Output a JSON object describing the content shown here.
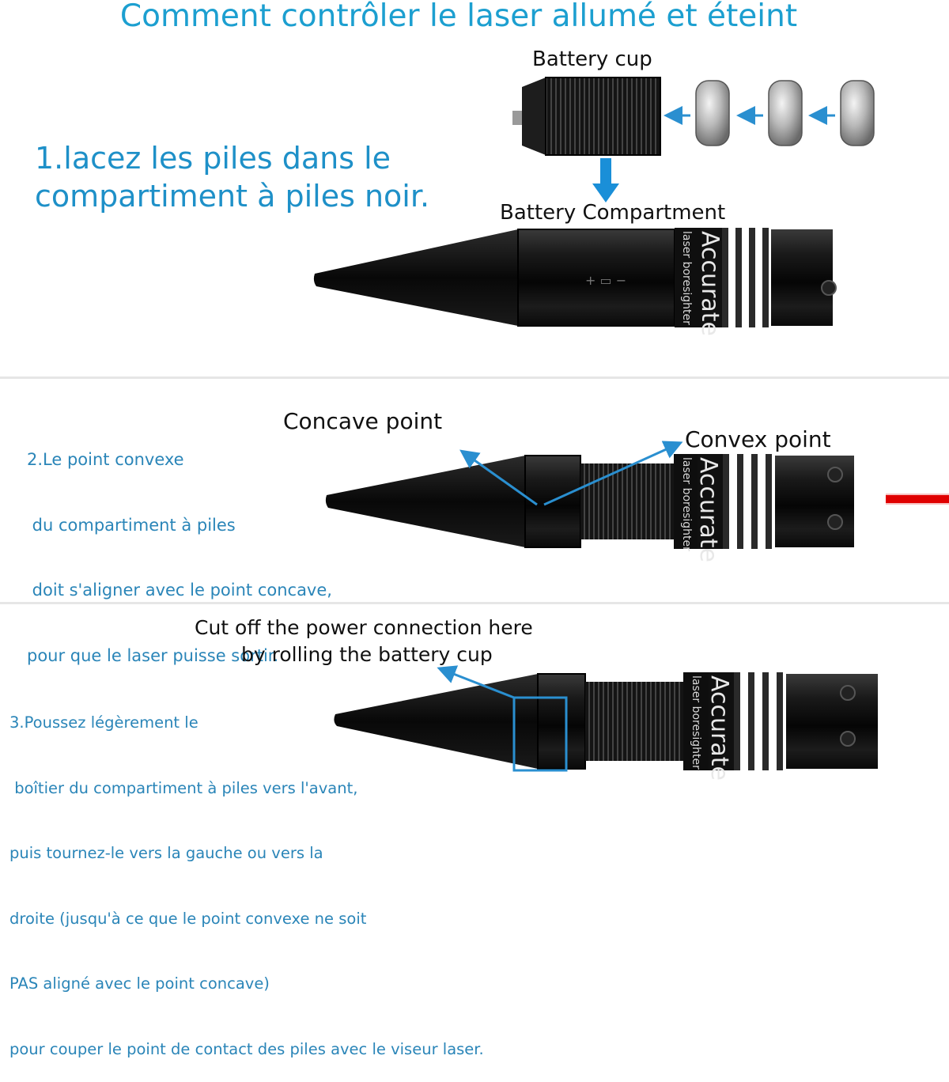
{
  "title": "Comment contrôler le laser allumé et éteint",
  "section1": {
    "step_lines": [
      "1.lacez les piles dans le",
      "compartiment à piles noir."
    ],
    "battery_cup_label": "Battery cup",
    "battery_compartment_label": "Battery Compartment",
    "brand_text": "Accurate",
    "subtext": "laser boresighter"
  },
  "section2": {
    "step_lines": [
      "2.Le point convexe",
      " du compartiment à piles",
      " doit s'aligner avec le point concave,",
      "pour que le laser puisse sortir."
    ],
    "concave_label": "Concave point",
    "convex_label": "Convex point"
  },
  "section3": {
    "callout_lines": [
      "Cut off the power connection here",
      "by rolling the battery cup"
    ],
    "step_lines": [
      "3.Poussez légèrement le",
      " boîtier du compartiment à piles vers l'avant,",
      "puis tournez-le vers la gauche ou vers la",
      "droite (jusqu'à ce que le point convexe ne soit",
      "PAS aligné avec le point concave)",
      "pour couper le point de contact des piles avec le viseur laser."
    ]
  },
  "colors": {
    "title": "#1c9fd0",
    "arrow": "#2a8fd0",
    "laser": "#e00000",
    "device": "#0d0d0d"
  }
}
